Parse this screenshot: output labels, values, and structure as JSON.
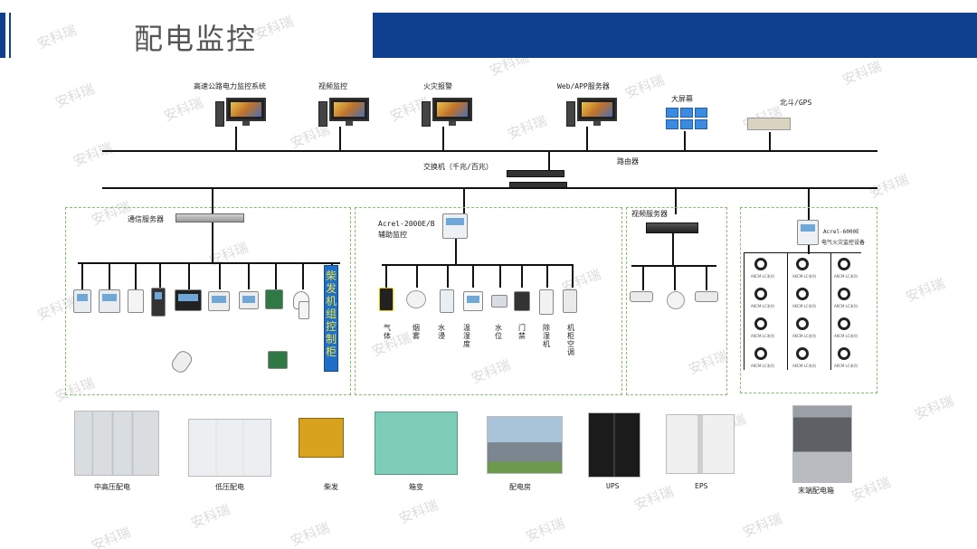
{
  "header": {
    "title": "配电监控",
    "accent_color": "#0f3f8f"
  },
  "watermark": "安科瑞",
  "top_stations": {
    "highway_system": "高速公路电力监控系统",
    "video_monitor": "视频监控",
    "fire_alarm": "火灾报警",
    "web_app_server": "Web/APP服务器",
    "big_screen": "大屏幕",
    "gps": "北斗/GPS"
  },
  "network": {
    "switch_label": "交换机（千兆/百兆）",
    "router_label": "路由器"
  },
  "zones": {
    "comm_server": "通信服务器",
    "auxiliary": {
      "model": "Acrel-2000E/B",
      "name": "辅助监控"
    },
    "video_server": "视频服务器",
    "fire_monitor": {
      "model": "Acrel-6000E",
      "name": "电气火灾监控设备"
    },
    "ct_label": "AKCM-LC系列"
  },
  "generator_cabinet_label": "柴发机组控制柜",
  "aux_sensors": [
    "气体",
    "烟雾",
    "水浸",
    "温湿度",
    "水位",
    "门禁",
    "除湿机",
    "机柜空调"
  ],
  "bottom_photos": [
    "中高压配电",
    "低压配电",
    "柴发",
    "箱变",
    "配电房",
    "UPS",
    "EPS",
    "末端配电箱"
  ]
}
